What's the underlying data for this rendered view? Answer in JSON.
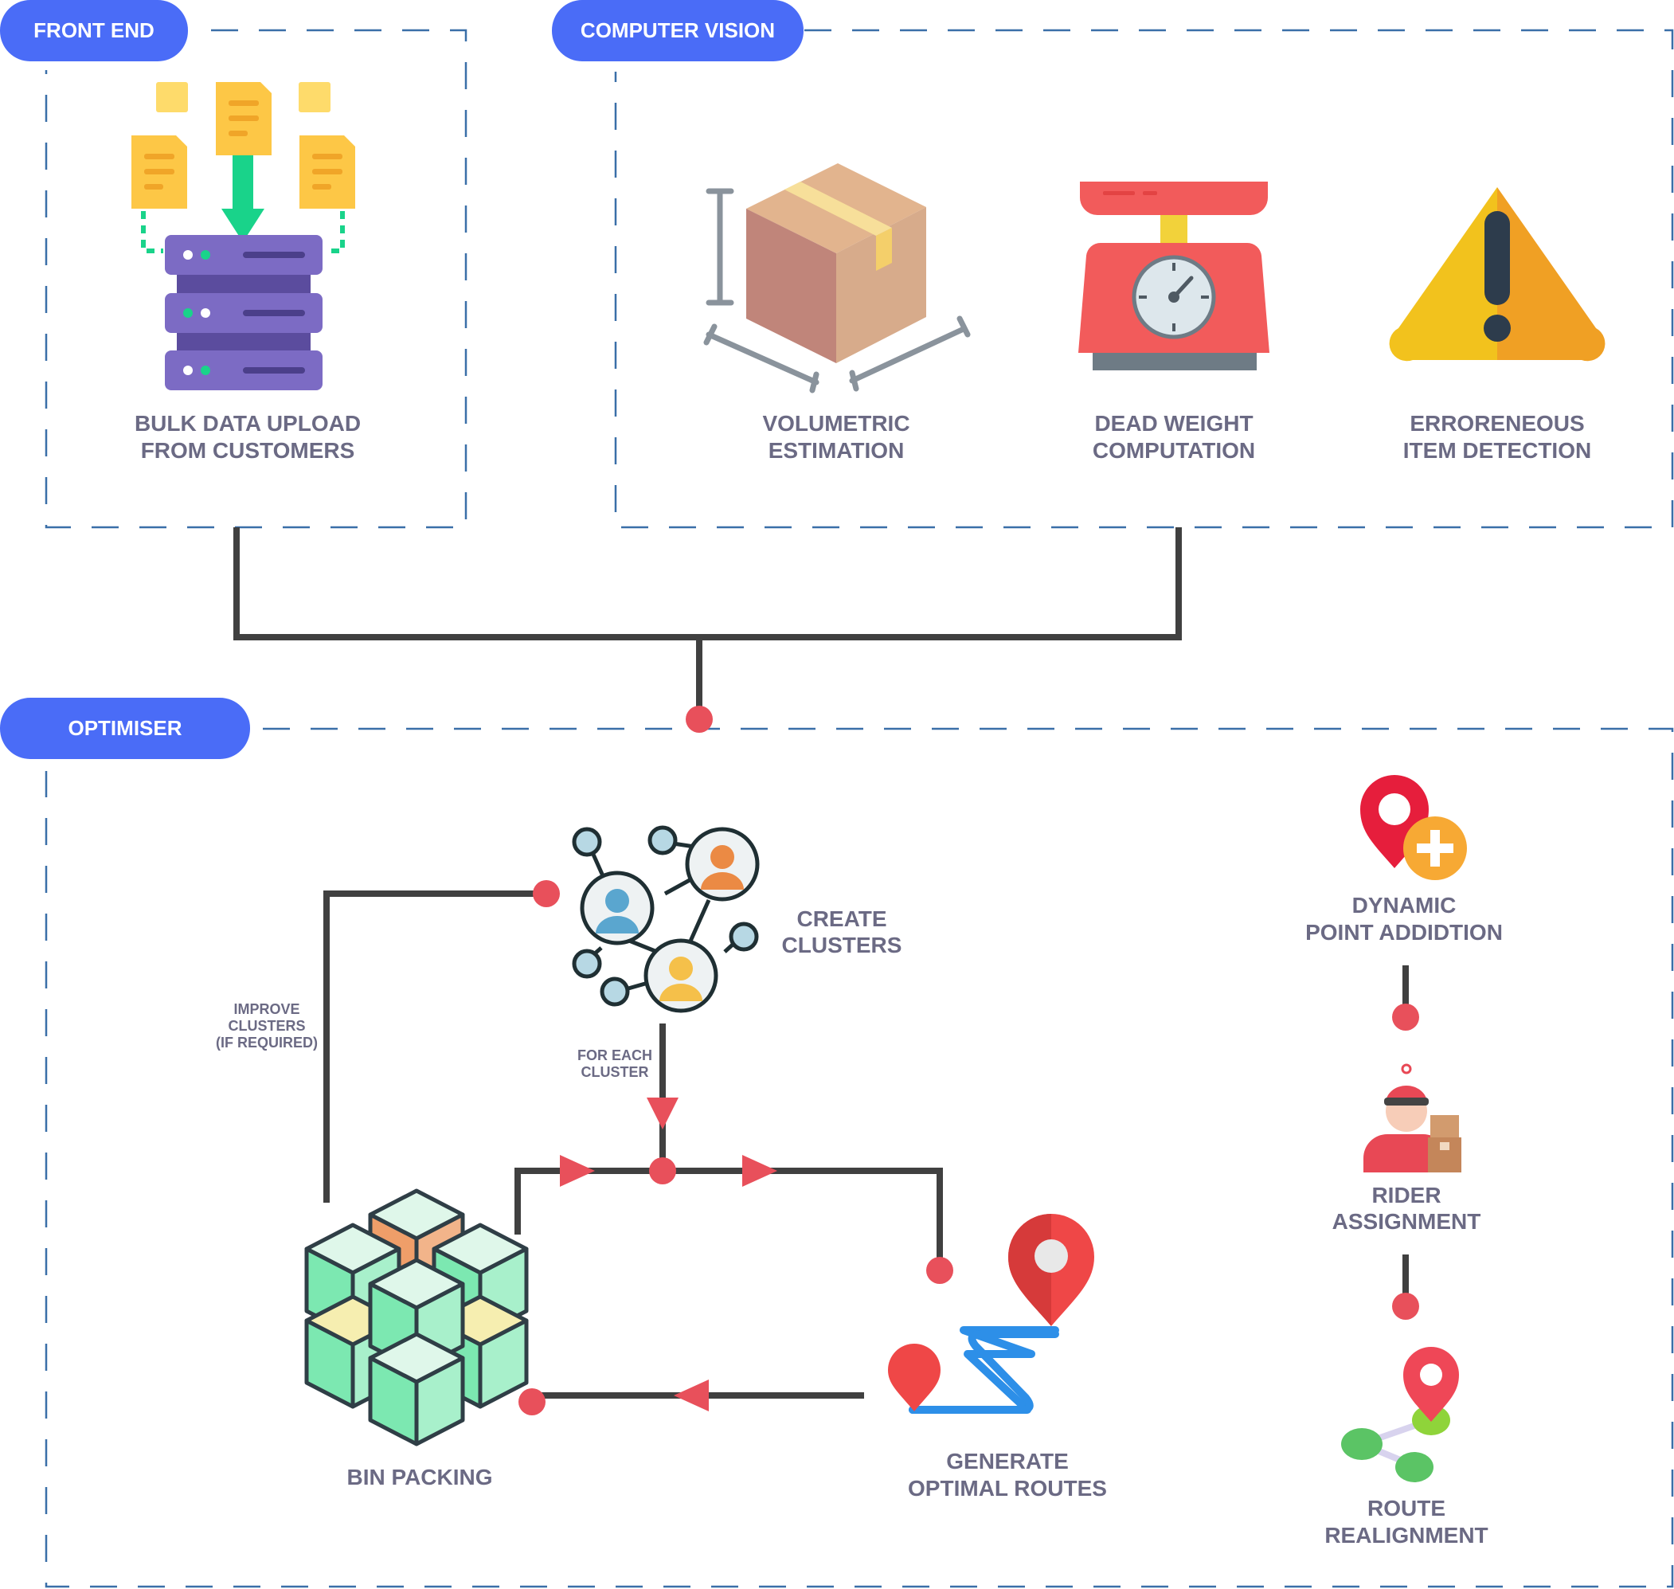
{
  "sections": {
    "front_end": "FRONT END",
    "computer_vision": "COMPUTER VISION",
    "optimiser": "OPTIMISER"
  },
  "front_end": {
    "bulk_upload": [
      "BULK DATA UPLOAD",
      "FROM CUSTOMERS"
    ]
  },
  "computer_vision": {
    "volumetric": [
      "VOLUMETRIC",
      "ESTIMATION"
    ],
    "dead_weight": [
      "DEAD WEIGHT",
      "COMPUTATION"
    ],
    "erroneous": [
      "ERRORENEOUS",
      "ITEM DETECTION"
    ]
  },
  "optimiser": {
    "create_clusters": [
      "CREATE",
      "CLUSTERS"
    ],
    "improve_clusters": [
      "IMPROVE",
      "CLUSTERS",
      "(IF REQUIRED)"
    ],
    "for_each_cluster": [
      "FOR EACH",
      "CLUSTER"
    ],
    "bin_packing": "BIN PACKING",
    "generate_routes": [
      "GENERATE",
      "OPTIMAL ROUTES"
    ],
    "dynamic_point": [
      "DYNAMIC",
      "POINT ADDIDTION"
    ],
    "rider_assignment": [
      "RIDER",
      "ASSIGNMENT"
    ],
    "route_realignment": [
      "ROUTE",
      "REALIGNMENT"
    ]
  },
  "icons": {
    "files": "file-upload-server-icon",
    "box": "cardboard-box-icon",
    "scale": "weighing-scale-icon",
    "warning": "warning-triangle-icon",
    "clusters": "network-cluster-icon",
    "cubes": "cube-stack-icon",
    "route": "route-map-pins-icon",
    "add_point": "map-pin-plus-icon",
    "rider": "delivery-rider-icon",
    "realign": "route-nodes-icon"
  },
  "colors": {
    "pill": "#4a6cf7",
    "dashed_border": "#3a6fa8",
    "connector": "#404040",
    "marker": "#e8505b",
    "label": "#6b6a84"
  }
}
